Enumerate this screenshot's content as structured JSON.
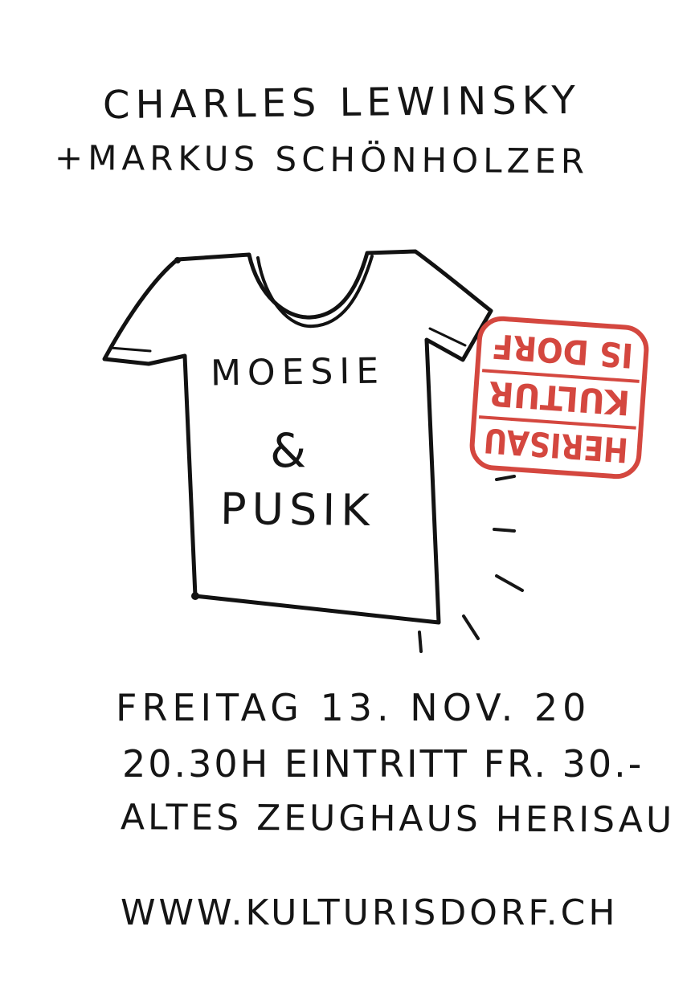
{
  "header": {
    "line1": "Charles Lewinsky",
    "line2": "+Markus Schönholzer"
  },
  "shirt": {
    "line1": "MOESIE",
    "line2": "&",
    "line3": "PUSIK"
  },
  "stamp": {
    "line1": "HERISAU",
    "line2": "KULTUR",
    "line3": "IS DORF",
    "color": "#d4473f"
  },
  "event": {
    "date": "FREITAG 13. NOV. 20",
    "time_price": "20.30h EINTRITT FR. 30.-",
    "venue": "ALTES ZEUGHAUS HERISAU"
  },
  "website": "WWW.KULTURISDORF.CH"
}
